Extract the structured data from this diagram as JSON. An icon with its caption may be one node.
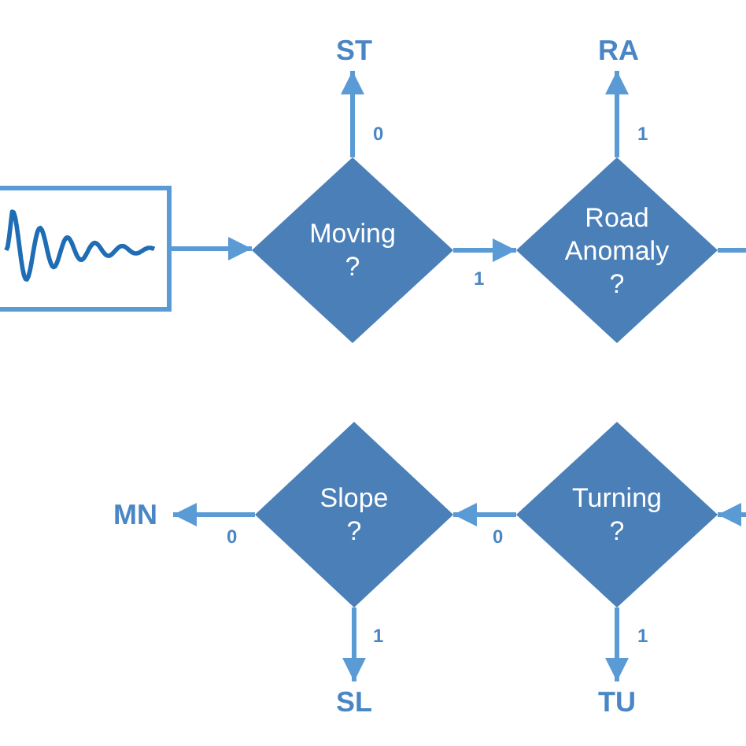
{
  "diagram": {
    "nodes": [
      {
        "text": [],
        "shape": "box"
      },
      {
        "text": [
          "ST"
        ]
      },
      {
        "text": [
          "RA"
        ]
      },
      {
        "text": [
          "Moving ?"
        ]
      },
      {
        "text": [
          "Road Anomaly ?"
        ]
      },
      {
        "text": [
          "MN"
        ]
      },
      {
        "text": [
          "Slope ?"
        ]
      },
      {
        "text": [
          "Turning ?"
        ]
      },
      {
        "text": [
          "SL"
        ]
      },
      {
        "text": [
          "TU"
        ]
      }
    ],
    "edges": [
      {
        "from": 0,
        "to": 3,
        "arrow": "to"
      },
      {
        "from": 3,
        "to": 1,
        "arrow": "to",
        "label": "0"
      },
      {
        "from": 3,
        "to": 4,
        "arrow": "to",
        "label": "1"
      },
      {
        "from": 4,
        "to": 2,
        "arrow": "to",
        "label": "1"
      },
      {
        "from": 4,
        "to": null,
        "arrow": "none"
      },
      {
        "from": null,
        "to": 7,
        "arrow": "to"
      },
      {
        "from": 7,
        "to": 6,
        "arrow": "to",
        "label": "0"
      },
      {
        "from": 7,
        "to": 9,
        "arrow": "to",
        "label": "1"
      },
      {
        "from": 6,
        "to": 5,
        "arrow": "to",
        "label": "0"
      },
      {
        "from": 6,
        "to": 8,
        "arrow": "to",
        "label": "1"
      }
    ]
  }
}
